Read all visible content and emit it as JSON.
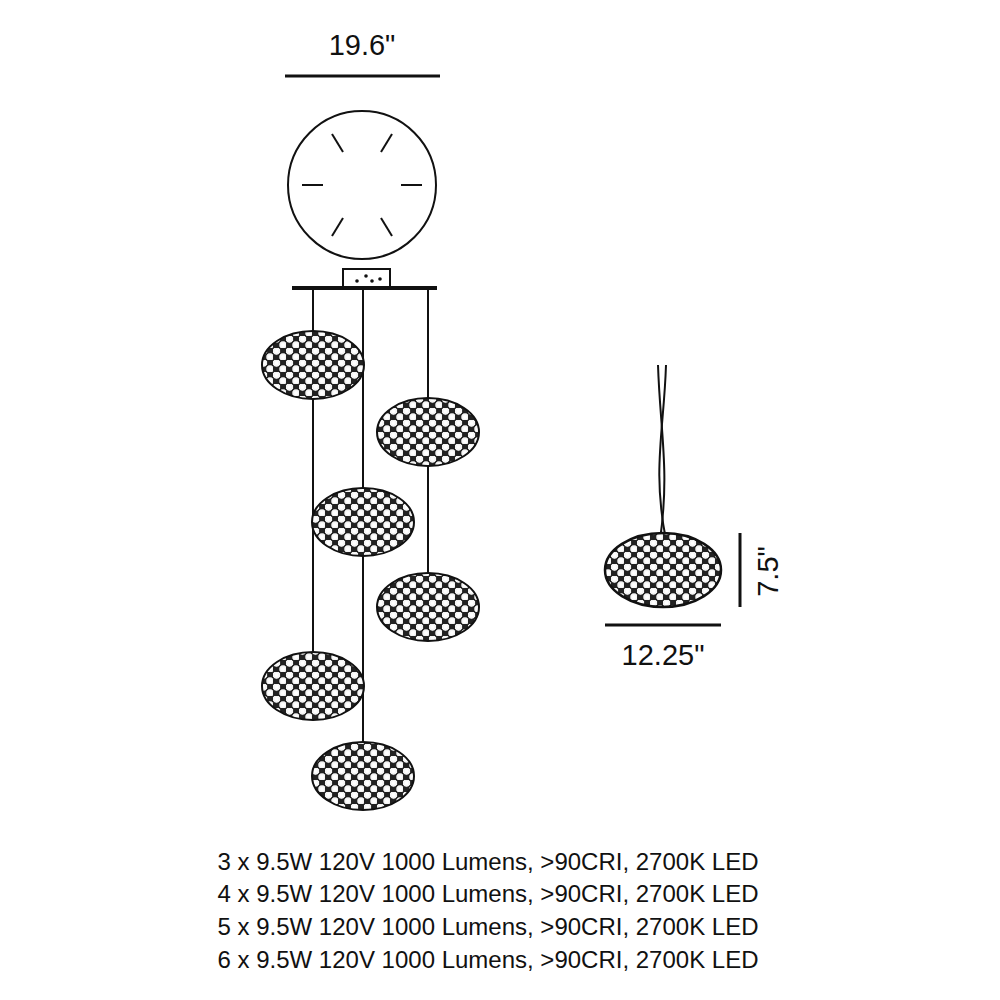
{
  "diagram": {
    "labels": [
      "19.6\"",
      "7.5\"",
      "12.25\"",
      "3 x 9.5W 120V 1000 Lumens, >90CRI, 2700K LED",
      "4 x 9.5W 120V 1000 Lumens, >90CRI, 2700K LED",
      "5 x 9.5W 120V 1000 Lumens, >90CRI, 2700K LED",
      "6 x 9.5W 120V 1000 Lumens, >90CRI, 2700K LED"
    ]
  }
}
